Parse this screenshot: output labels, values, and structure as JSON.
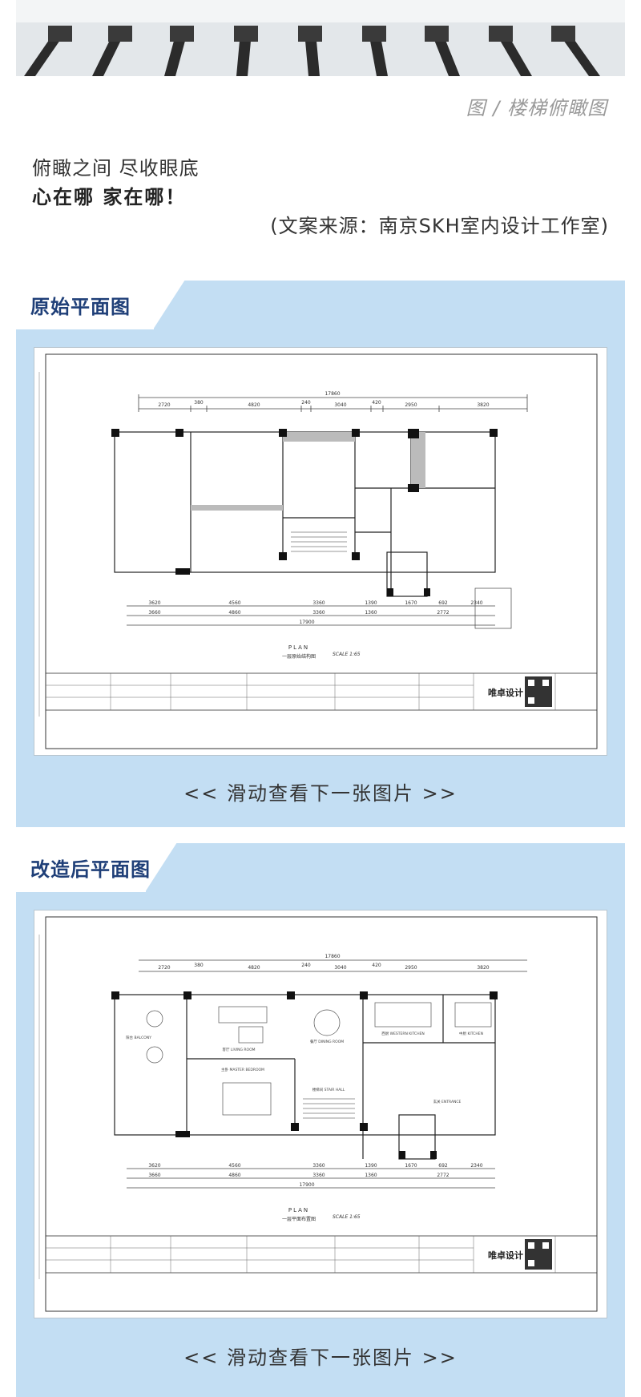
{
  "caption": "图 / 楼梯俯瞰图",
  "text": {
    "line1": "俯瞰之间 尽收眼底",
    "line2": "心在哪 家在哪！",
    "source": "(文案来源：南京SKH室内设计工作室)"
  },
  "sections": [
    {
      "title": "原始平面图",
      "swipe": "<<  滑动查看下一张图片  >>",
      "plan_label": "PLAN",
      "plan_sub": "一层原始结构图",
      "scale": "SCALE 1:65",
      "dims_top": [
        "2720",
        "380",
        "4820",
        "240",
        "3040",
        "420",
        "2950",
        "3820"
      ],
      "overall_top": "17860",
      "dims_bottom_1": [
        "3620",
        "4560",
        "3360",
        "1390",
        "1670",
        "692",
        "2340"
      ],
      "dims_bottom_2": [
        "3660",
        "4860",
        "3360",
        "1360",
        "2772"
      ],
      "overall_bottom": "17900",
      "brand": "唯卓设计"
    },
    {
      "title": "改造后平面图",
      "swipe": "<<  滑动查看下一张图片  >>",
      "plan_label": "PLAN",
      "plan_sub": "一层平面布置图",
      "scale": "SCALE 1:65",
      "dims_top": [
        "2720",
        "380",
        "4820",
        "240",
        "3040",
        "420",
        "2950",
        "3820"
      ],
      "overall_top": "17860",
      "dims_bottom_1": [
        "3620",
        "4560",
        "3360",
        "1390",
        "1670",
        "692",
        "2340"
      ],
      "dims_bottom_2": [
        "3660",
        "4860",
        "3360",
        "1360",
        "2772"
      ],
      "overall_bottom": "17900",
      "rooms": [
        "阳台 BALCONY",
        "客厅 LIVING ROOM",
        "餐厅 DINING ROOM",
        "西厨 WESTERN KITCHEN",
        "中厨 KITCHEN",
        "楼梯间 STAIR HALL",
        "主卧 MASTER BEDROOM",
        "玄关 ENTRANCE"
      ],
      "brand": "唯卓设计"
    }
  ]
}
